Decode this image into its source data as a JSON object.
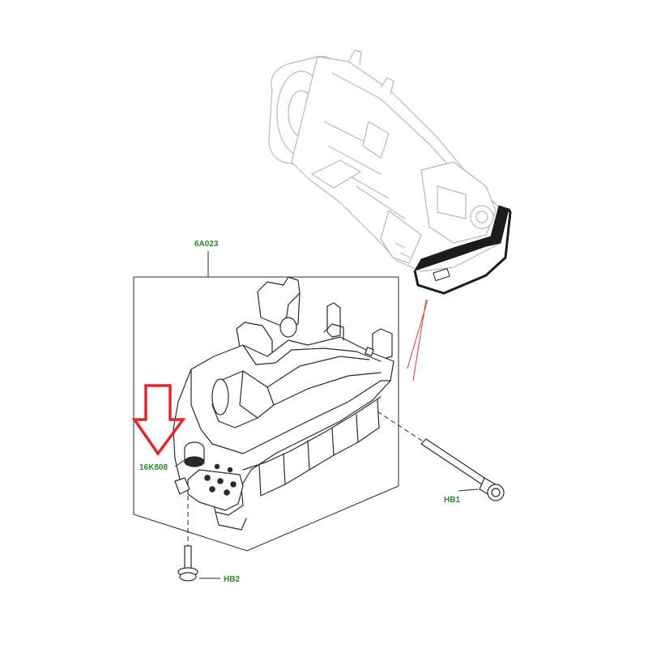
{
  "labels": {
    "assembly": "6A023",
    "insulator": "16K808",
    "bolt_long": "HB1",
    "bolt_short": "HB2"
  },
  "colors": {
    "label_green": "#2b8a2b",
    "highlight_arrow": "#e3262b",
    "ghost_line": "#b8b8b8",
    "part_line": "#2a2a2a",
    "leader_red": "#d23b3b"
  },
  "icons": {
    "highlight": "arrow-down-icon"
  }
}
